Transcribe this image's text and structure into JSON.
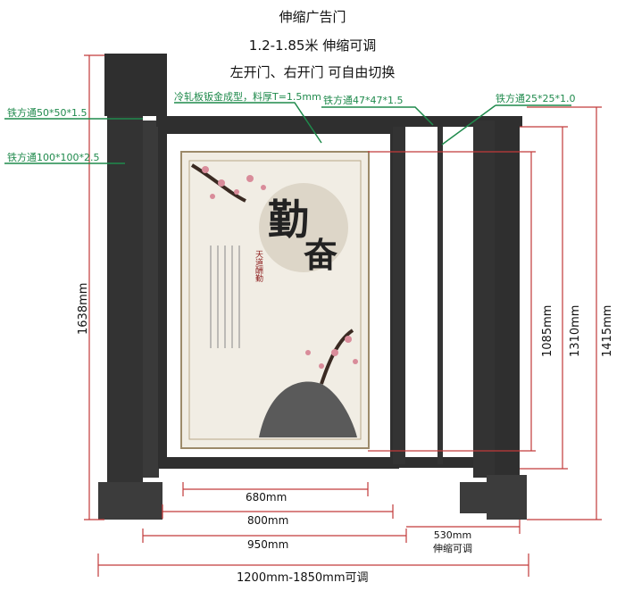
{
  "header": {
    "line1": "伸缩广告门",
    "line2": "1.2-1.85米 伸缩可调",
    "line3": "左开门、右开门 可自由切换"
  },
  "labels": {
    "tube_50": "铁方通50*50*1.5",
    "tube_100": "铁方通100*100*2.5",
    "sheet": "冷轧板钣金成型，料厚T=1.5mm",
    "tube_47": "铁方通47*47*1.5",
    "tube_25": "铁方通25*25*1.0"
  },
  "dimensions": {
    "height_total": "1638mm",
    "height_1085": "1085mm",
    "height_1310": "1310mm",
    "height_1415": "1415mm",
    "w_680": "680mm",
    "w_800": "800mm",
    "w_950": "950mm",
    "w_530": "530mm",
    "w_530_note": "伸缩可调",
    "w_total": "1200mm-1850mm可调"
  },
  "poster": {
    "title_1": "勤",
    "title_2": "奋",
    "subtitle": "天道酬勤"
  },
  "colors": {
    "frame": "#2f2f2f",
    "dim_line": "#c23a3a",
    "label_line": "#1f8a4c",
    "poster_bg": "#f1ede4"
  }
}
